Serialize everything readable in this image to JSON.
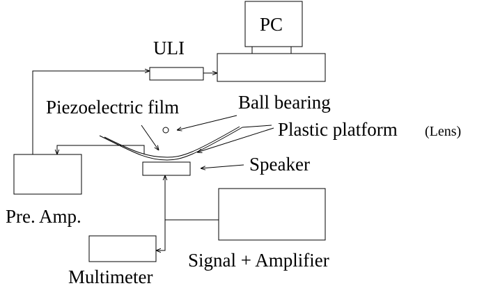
{
  "labels": {
    "pc": "PC",
    "uli": "ULI",
    "piezo_film": "Piezoelectric film",
    "ball_bearing": "Ball bearing",
    "plastic_platform": "Plastic platform",
    "lens": "(Lens)",
    "speaker": "Speaker",
    "pre_amp": "Pre. Amp.",
    "multimeter": "Multimeter",
    "signal_amplifier": "Signal + Amplifier"
  },
  "colors": {
    "stroke": "#000000",
    "background": "#ffffff"
  }
}
